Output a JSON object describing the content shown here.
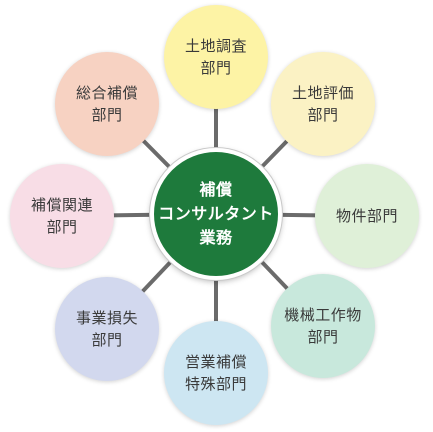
{
  "center": {
    "label": "補償\nコンサルタント\n業務",
    "color": "#1e7a3c"
  },
  "spoke_color": "#6b6b6b",
  "departments": [
    {
      "key": "land-survey",
      "label": "土地調査\n部門",
      "color": "#fdf3a5"
    },
    {
      "key": "land-appraisal",
      "label": "土地評価\n部門",
      "color": "#fbf2c4"
    },
    {
      "key": "property",
      "label": "物件部門",
      "color": "#dff0d8"
    },
    {
      "key": "machinery-structures",
      "label": "機械工作物\n部門",
      "color": "#c8e8dc"
    },
    {
      "key": "business-compensation-special",
      "label": "営業補償\n特殊部門",
      "color": "#cde6f2"
    },
    {
      "key": "business-loss",
      "label": "事業損失\n部門",
      "color": "#d2d8ee"
    },
    {
      "key": "compensation-related",
      "label": "補償関連\n部門",
      "color": "#f8dde6"
    },
    {
      "key": "general-compensation",
      "label": "総合補償\n部門",
      "color": "#f7d2c2"
    }
  ]
}
